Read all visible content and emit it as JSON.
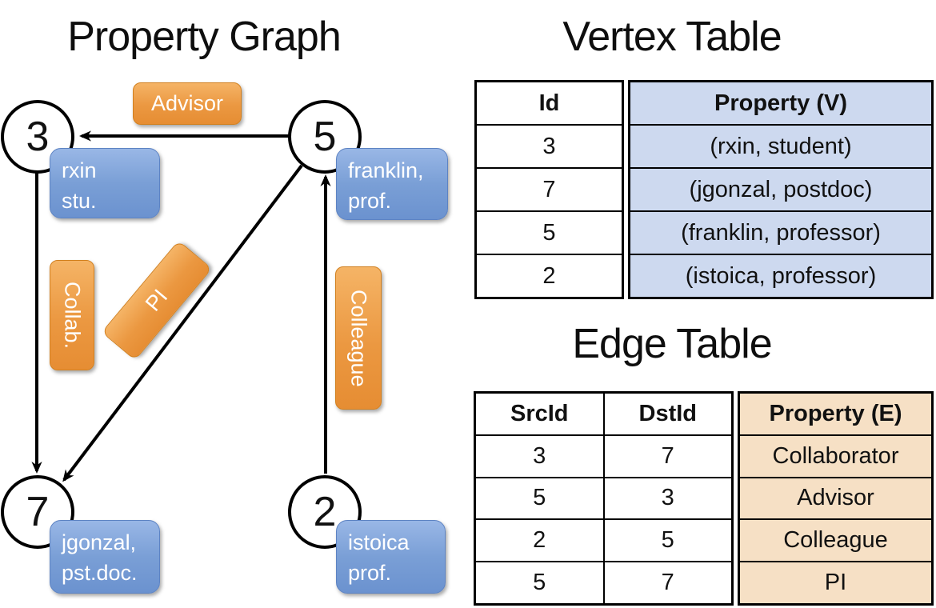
{
  "titles": {
    "graph": "Property Graph",
    "vertex": "Vertex Table",
    "edge": "Edge Table"
  },
  "graph": {
    "nodes": [
      {
        "id": "3",
        "property_lines": [
          "rxin",
          "stu."
        ]
      },
      {
        "id": "5",
        "property_lines": [
          "franklin,",
          "prof."
        ]
      },
      {
        "id": "7",
        "property_lines": [
          "jgonzal,",
          "pst.doc."
        ]
      },
      {
        "id": "2",
        "property_lines": [
          "istoica",
          "prof."
        ]
      }
    ],
    "edges": [
      {
        "label": "Advisor",
        "from": "5",
        "to": "3"
      },
      {
        "label": "Collab.",
        "from": "3",
        "to": "7"
      },
      {
        "label": "PI",
        "from": "5",
        "to": "7"
      },
      {
        "label": "Colleague",
        "from": "2",
        "to": "5"
      }
    ]
  },
  "vertex_table": {
    "columns": [
      "Id",
      "Property (V)"
    ],
    "rows": [
      [
        "3",
        "(rxin, student)"
      ],
      [
        "7",
        "(jgonzal, postdoc)"
      ],
      [
        "5",
        "(franklin, professor)"
      ],
      [
        "2",
        "(istoica, professor)"
      ]
    ]
  },
  "edge_table": {
    "columns": [
      "SrcId",
      "DstId",
      "Property (E)"
    ],
    "rows": [
      [
        "3",
        "7",
        "Collaborator"
      ],
      [
        "5",
        "3",
        "Advisor"
      ],
      [
        "2",
        "5",
        "Colleague"
      ],
      [
        "5",
        "7",
        "PI"
      ]
    ]
  },
  "colors": {
    "edge_label_orange": "#ef9f4b",
    "vertex_box_blue": "#7ea3d9",
    "vertex_table_fill": "#cdd9ef",
    "edge_table_fill": "#f6e0c5",
    "line_black": "#000000"
  }
}
